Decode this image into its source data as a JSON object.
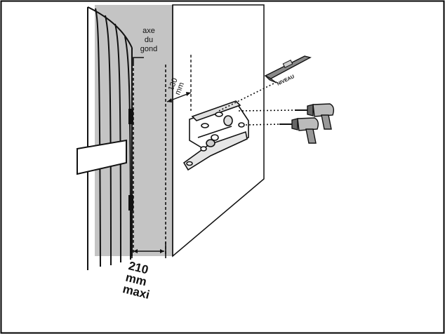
{
  "labels": {
    "axe_line1": "axe",
    "axe_line2": "du",
    "axe_line3": "gond",
    "dim_small_value": "130",
    "dim_small_unit": "mm",
    "dim_big_value": "210",
    "dim_big_unit": "mm",
    "dim_big_suffix": "maxi",
    "level_tool": "NIVEAU"
  },
  "colors": {
    "wall_shade": "#c4c4c4",
    "ink": "#111111",
    "frame": "#000000",
    "background": "#ffffff"
  }
}
